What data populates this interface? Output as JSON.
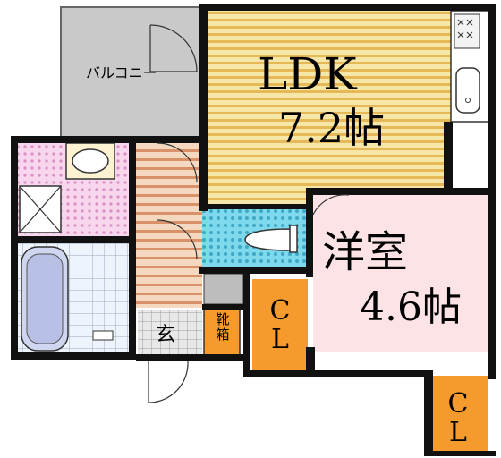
{
  "plan": {
    "ldk": {
      "name": "LDK",
      "size": "7.2帖"
    },
    "yoshitsu": {
      "name": "洋室",
      "size": "4.6帖"
    },
    "balcony": "バルコニー",
    "closet_1": {
      "line1": "C",
      "line2": "L"
    },
    "closet_2": {
      "line1": "C",
      "line2": "L"
    },
    "genkan": "玄",
    "getabako": {
      "line1": "靴",
      "line2": "箱"
    }
  },
  "colors": {
    "ldk_floor": "#f6e7a8",
    "ldk_stripe": "#e6b857",
    "hall_floor": "#f4d9c0",
    "hall_stripe": "#d9916a",
    "yoshitsu_floor": "#fde3e6",
    "toilet_floor": "#7fd9ec",
    "washroom_floor": "#f8d6ee",
    "bath_floor": "#e6eefa",
    "closet": "#f59a2c",
    "balcony": "#c9c9c9",
    "wall": "#111111"
  }
}
